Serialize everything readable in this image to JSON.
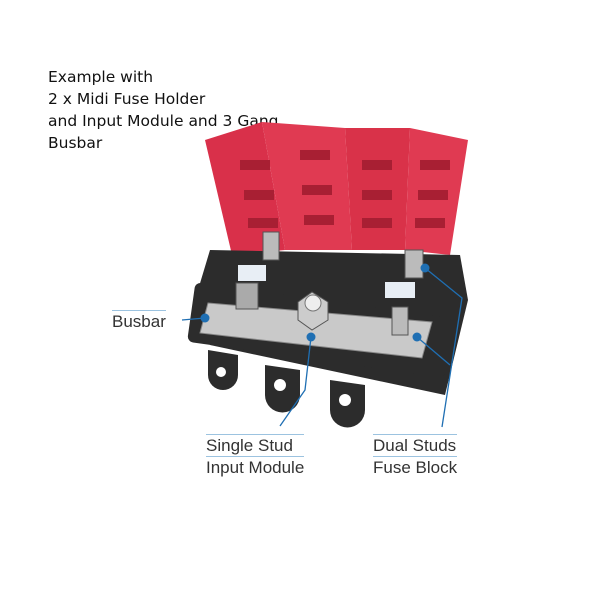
{
  "caption": {
    "lines": [
      "Example with",
      "2 x Midi Fuse Holder",
      "and Input Module and 3 Gang",
      "Busbar"
    ]
  },
  "callouts": {
    "busbar": "Busbar",
    "input_module": [
      "Single Stud",
      "Input Module"
    ],
    "fuse_block": [
      "Dual Studs",
      "Fuse Block"
    ]
  },
  "colors": {
    "cover": "#d9304a",
    "base": "#2c2c2c",
    "busbar": "#c9c9c9",
    "leader": "#1f6fb3"
  }
}
